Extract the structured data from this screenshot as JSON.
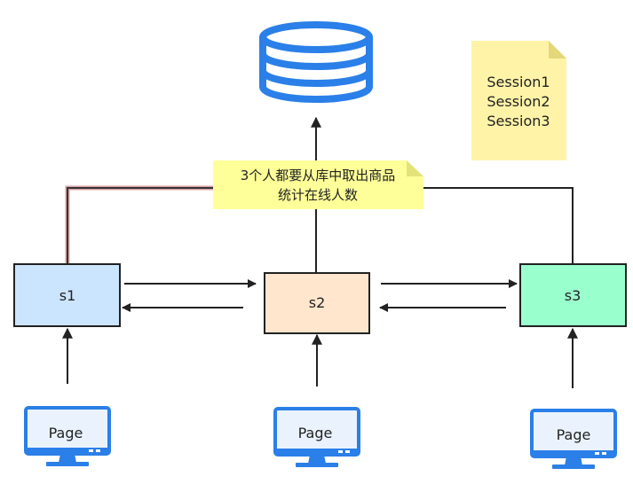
{
  "database": {
    "icon": "database-icon"
  },
  "sticky_sessions": {
    "lines": [
      "Session1",
      "Session2",
      "Session3"
    ]
  },
  "note": {
    "line1": "3个人都要从库中取出商品",
    "line2": "统计在线人数"
  },
  "servers": [
    {
      "label": "s1",
      "fill": "#cce5ff"
    },
    {
      "label": "s2",
      "fill": "#ffe6cc"
    },
    {
      "label": "s3",
      "fill": "#99ffcc"
    }
  ],
  "clients": [
    {
      "label": "Page",
      "icon": "monitor-icon"
    },
    {
      "label": "Page",
      "icon": "monitor-icon"
    },
    {
      "label": "Page",
      "icon": "monitor-icon"
    }
  ],
  "colors": {
    "accent_blue": "#2b7fe8",
    "note_yellow": "#ffff99",
    "sticky_yellow": "#fff3a8",
    "line": "#222222",
    "highlight_line": "#d9a0a0"
  }
}
